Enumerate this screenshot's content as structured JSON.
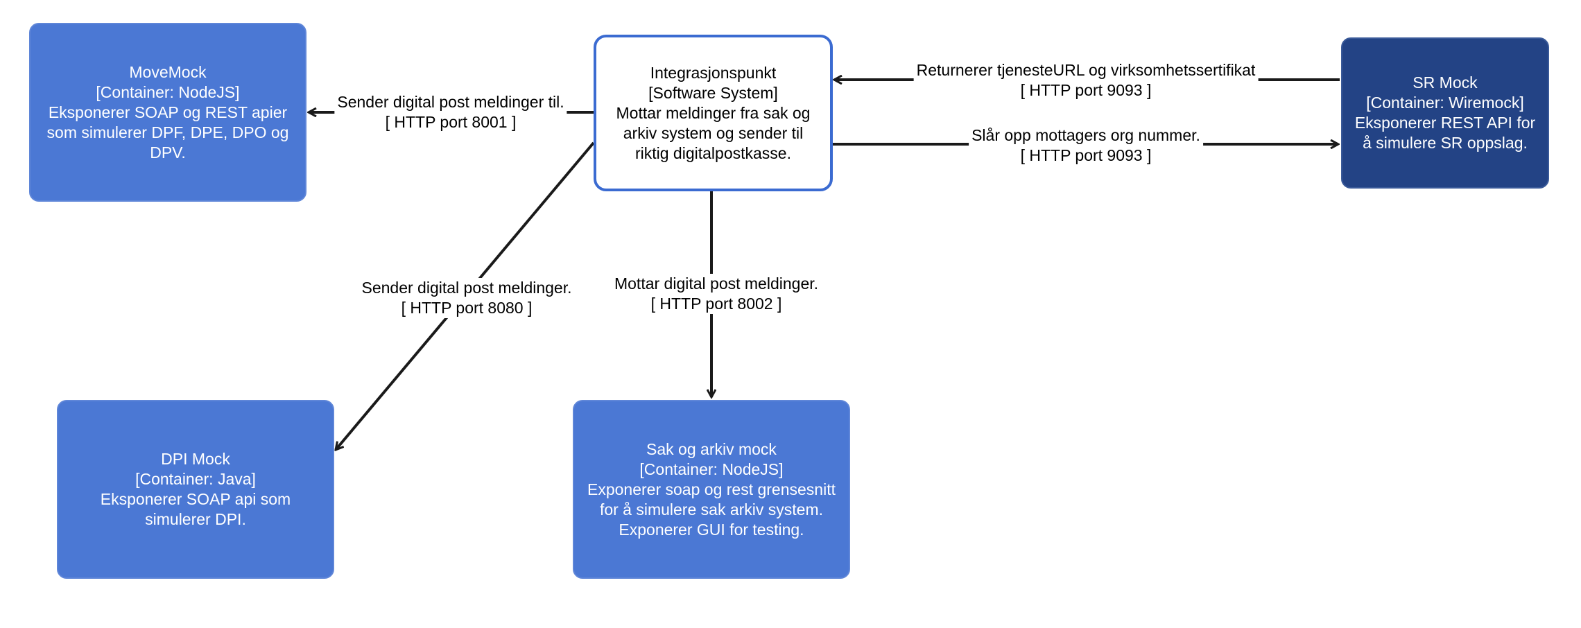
{
  "nodes": {
    "integrasjonspunkt": {
      "lines": [
        "Integrasjonspunkt",
        "[Software System]",
        "Mottar meldinger fra sak og",
        "arkiv system og sender til",
        "riktig digitalpostkasse."
      ]
    },
    "movemock": {
      "lines": [
        "MoveMock",
        "[Container: NodeJS]",
        "Eksponerer SOAP og REST apier",
        "som simulerer DPF, DPE, DPO og",
        "DPV."
      ]
    },
    "srmock": {
      "lines": [
        "SR Mock",
        "[Container: Wiremock]",
        "Eksponerer REST API for",
        "å simulere SR oppslag."
      ]
    },
    "dpimock": {
      "lines": [
        "DPI Mock",
        "[Container: Java]",
        "Eksponerer SOAP api som",
        "simulerer DPI."
      ]
    },
    "saksmock": {
      "lines": [
        "Sak og arkiv mock",
        "[Container: NodeJS]",
        "Exponerer soap og rest grensesnitt",
        "for å simulere sak arkiv system.",
        "Exponerer GUI for testing."
      ]
    }
  },
  "edges": {
    "to_movemock": {
      "text": "Sender digital post meldinger til.",
      "tech": "[ HTTP port 8001 ]"
    },
    "from_srmock": {
      "text": "Returnerer tjenesteURL og virksomhetssertifikat",
      "tech": "[ HTTP port 9093 ]"
    },
    "to_srmock": {
      "text": "Slår opp mottagers org nummer.",
      "tech": "[ HTTP port 9093 ]"
    },
    "to_dpimock": {
      "text": "Sender digital post meldinger.",
      "tech": "[ HTTP port 8080 ]"
    },
    "to_saksmock": {
      "text": "Mottar digital post meldinger.",
      "tech": "[ HTTP port 8002 ]"
    }
  },
  "colors": {
    "external_box": "#4b78d4",
    "dark_box": "#234385",
    "main_border": "#3b6bd1",
    "edge": "#1a1a1a"
  }
}
